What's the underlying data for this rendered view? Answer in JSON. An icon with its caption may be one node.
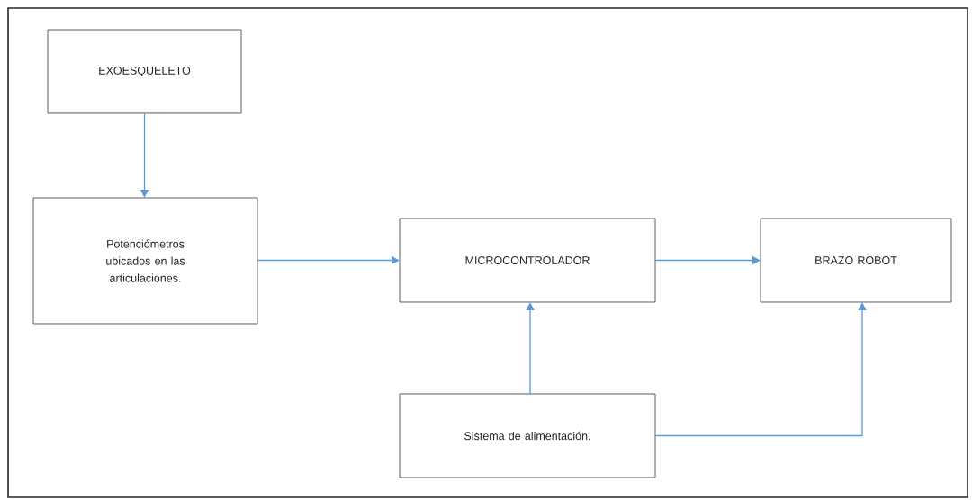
{
  "diagram": {
    "nodes": [
      {
        "text": [
          "EXOESQUELETO"
        ]
      },
      {
        "text": [
          "Potenciómetros ubicados en las articulaciones."
        ]
      },
      {
        "text": [
          "MICROCONTROLADOR"
        ]
      },
      {
        "text": [
          "BRAZO ROBOT"
        ]
      },
      {
        "text": [
          "Sistema de alimentación."
        ]
      }
    ],
    "edges": [
      {
        "from": 0,
        "to": 1,
        "arrow": "to"
      },
      {
        "from": 1,
        "to": 2,
        "arrow": "to"
      },
      {
        "from": 2,
        "to": 3,
        "arrow": "to"
      },
      {
        "from": 4,
        "to": 2,
        "arrow": "to"
      },
      {
        "from": 4,
        "to": 3,
        "arrow": "to"
      }
    ]
  }
}
